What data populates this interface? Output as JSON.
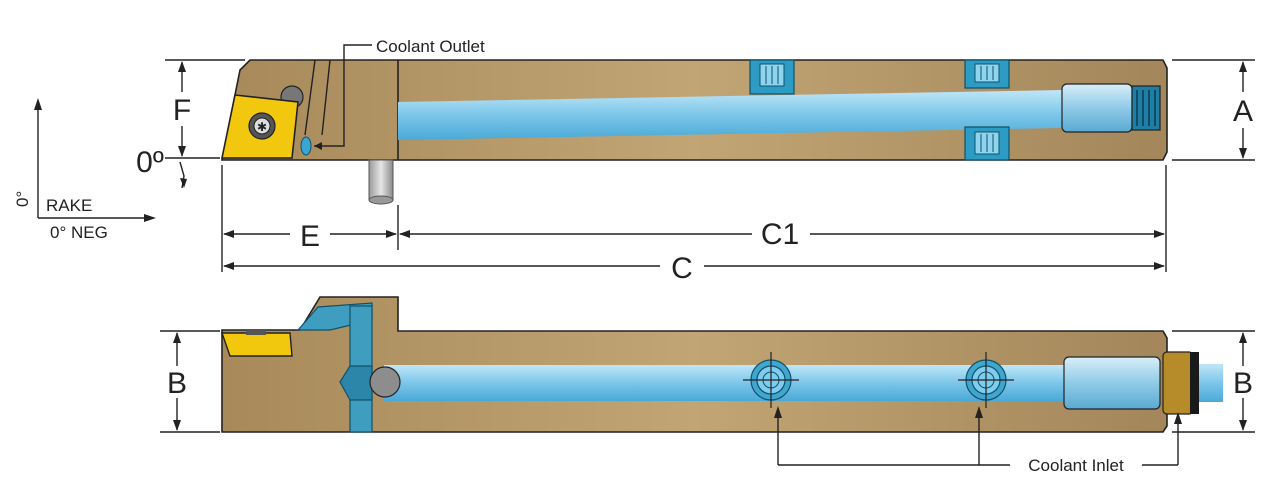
{
  "labels": {
    "coolant_outlet": "Coolant Outlet",
    "coolant_inlet": "Coolant Inlet",
    "rake_angle": "0°",
    "rake": "RAKE",
    "neg": "0° NEG",
    "zero_deg": "0º",
    "dim_f": "F",
    "dim_a": "A",
    "dim_b_left": "B",
    "dim_b_right": "B",
    "dim_e": "E",
    "dim_c1": "C1",
    "dim_c": "C"
  },
  "colors": {
    "body": "#b39566",
    "body_dark": "#9c7f52",
    "coolant": "#7fc8ea",
    "insert": "#f2c80f",
    "screw": "#2f9fc2"
  }
}
